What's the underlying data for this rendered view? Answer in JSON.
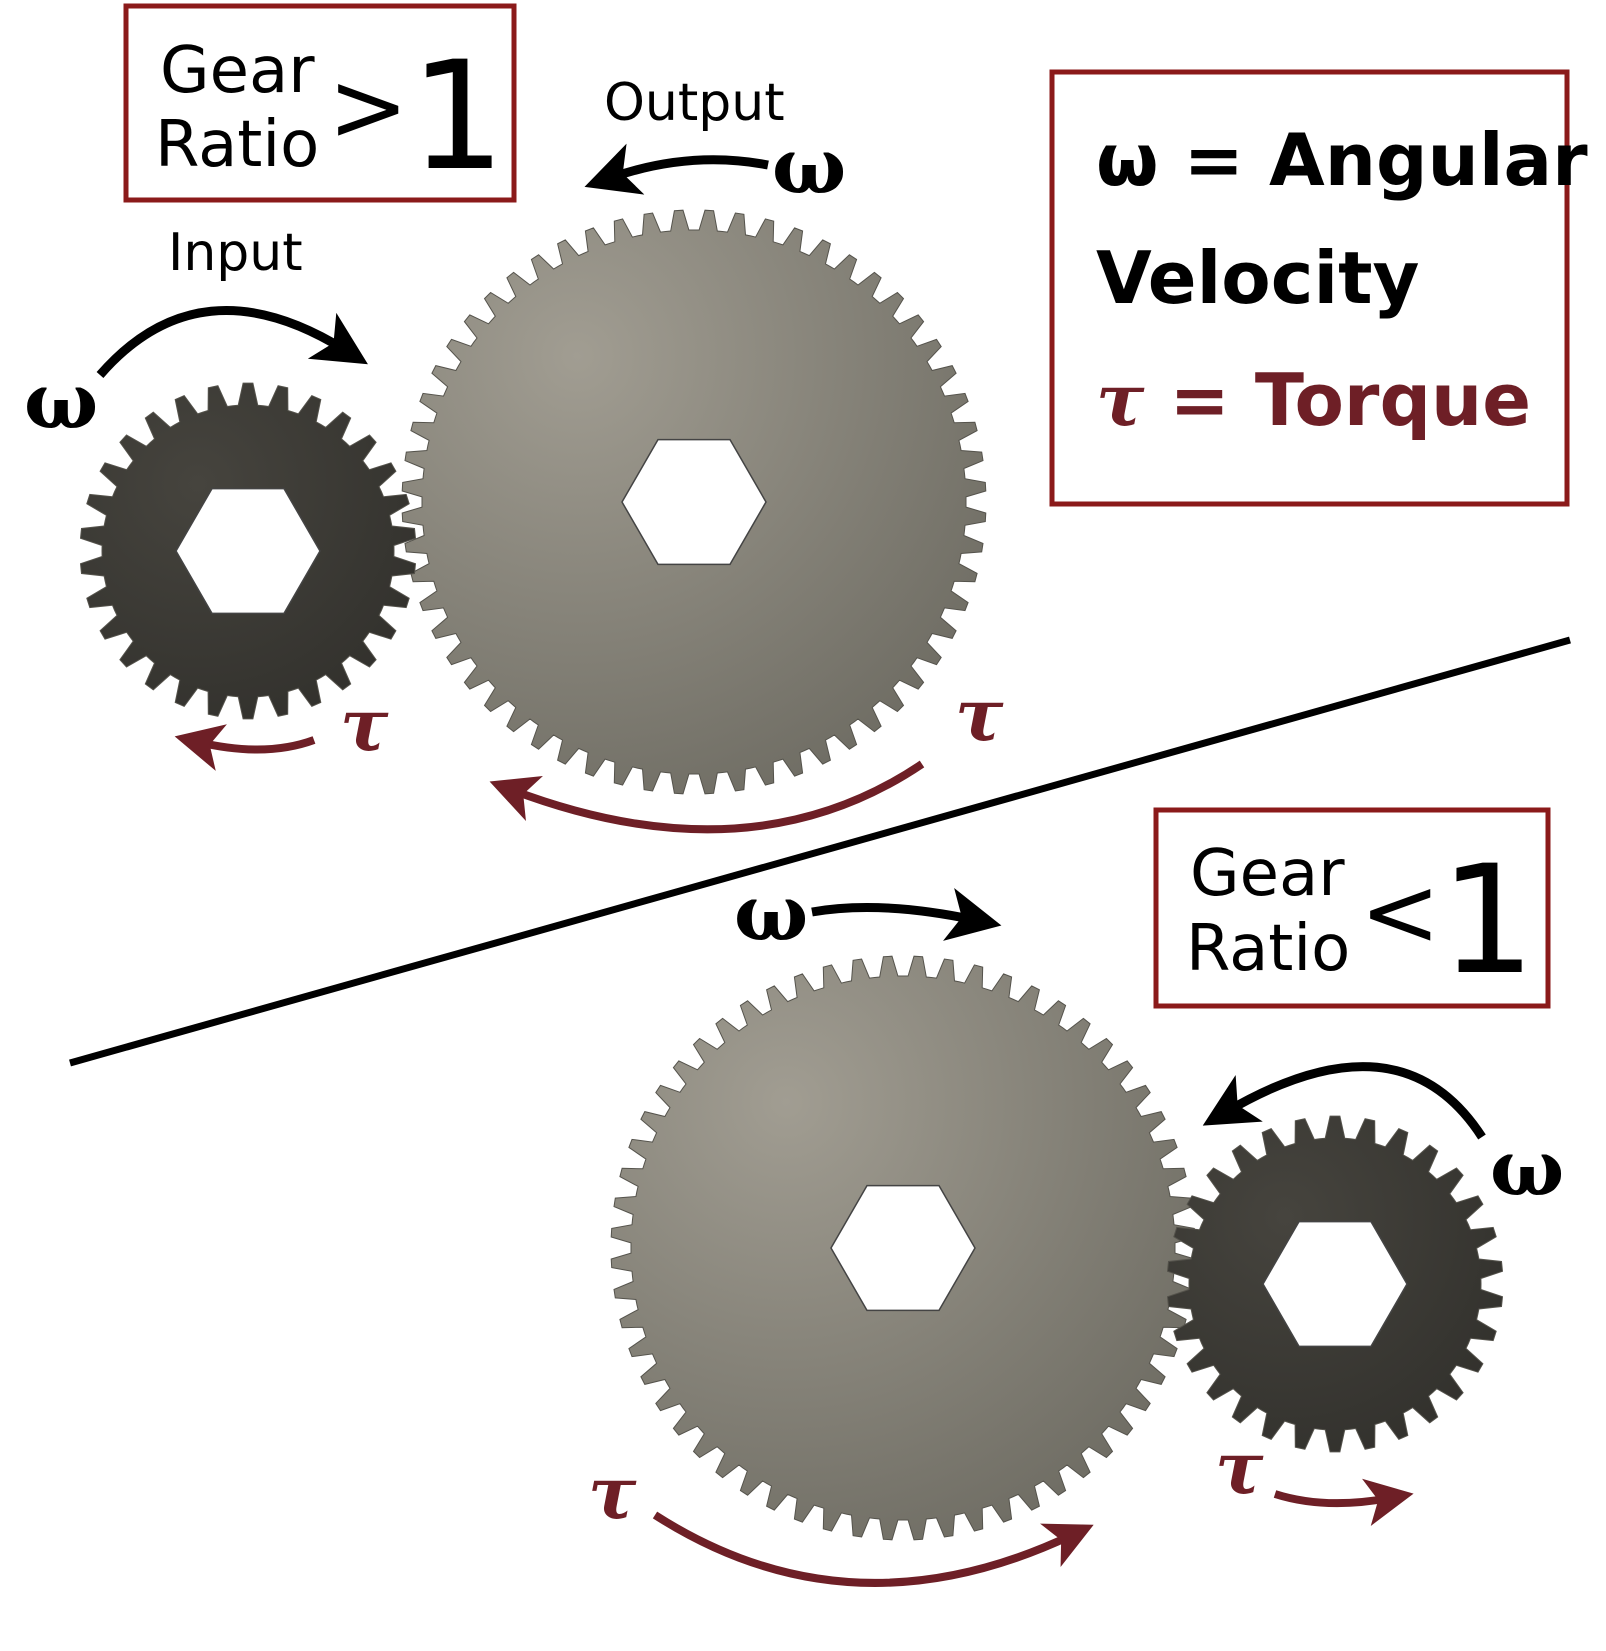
{
  "top_section": {
    "ratio_box": {
      "word1": "Gear",
      "word2": "Ratio",
      "comparator": ">",
      "value": "1"
    },
    "input_label": "Input",
    "output_label": "Output",
    "omega": "ω",
    "tau": "τ"
  },
  "legend": {
    "omega_line": "ω = Angular",
    "omega_line2": "Velocity",
    "tau_symbol": "τ",
    "tau_rest": " = Torque"
  },
  "bottom_section": {
    "ratio_box": {
      "word1": "Gear",
      "word2": "Ratio",
      "comparator": "<",
      "value": "1"
    },
    "omega": "ω",
    "tau": "τ"
  },
  "colors": {
    "box_border": "#8b1a1a",
    "torque": "#6e1f26",
    "black": "#000000",
    "small_gear": "#3a3833",
    "large_gear_light": "#9a968b",
    "large_gear_dark": "#6f6d64"
  }
}
